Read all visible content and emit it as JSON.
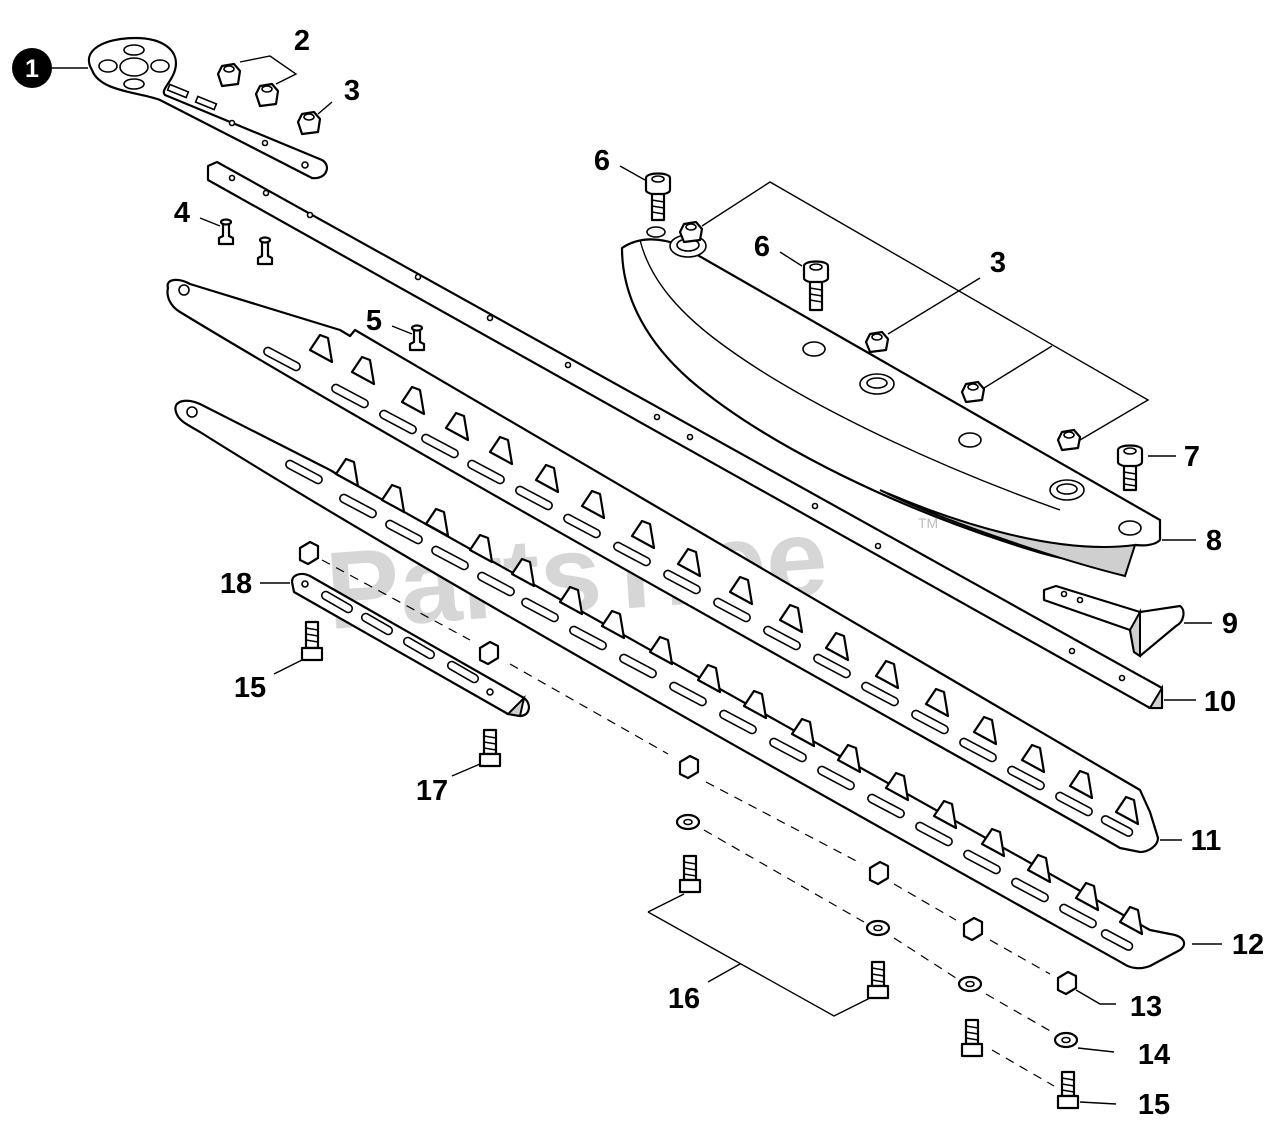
{
  "watermark": {
    "text": "PartsTree",
    "trademark": "TM"
  },
  "callouts": {
    "c1": "1",
    "c2": "2",
    "c3a": "3",
    "c3b": "3",
    "c4": "4",
    "c5": "5",
    "c6a": "6",
    "c6b": "6",
    "c7": "7",
    "c8": "8",
    "c9": "9",
    "c10": "10",
    "c11": "11",
    "c12": "12",
    "c13": "13",
    "c14": "14",
    "c15a": "15",
    "c15b": "15",
    "c16": "16",
    "c17": "17",
    "c18": "18"
  },
  "colors": {
    "line": "#000000",
    "watermark": "#cfcfcf",
    "background": "#ffffff",
    "badge": "#000000"
  }
}
